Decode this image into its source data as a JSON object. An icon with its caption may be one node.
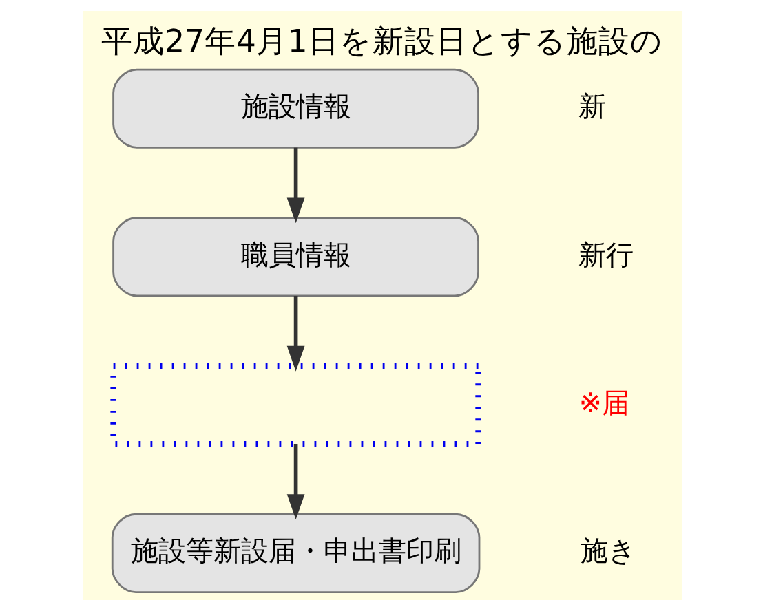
{
  "diagram": {
    "title": "平成27年4月1日を新設日とする施設の",
    "nodes": [
      {
        "text": [
          "施設情報"
        ],
        "beside": [
          "新"
        ]
      },
      {
        "text": [
          "職員情報"
        ],
        "beside": [
          "新行"
        ]
      },
      {
        "text": [],
        "shape": "box",
        "beside": [
          "※届"
        ]
      },
      {
        "text": [
          "施設等新設届・申出書印刷"
        ],
        "beside": [
          "施き"
        ]
      }
    ],
    "edges": [
      {
        "from": 0,
        "to": 1,
        "arrow": "to"
      },
      {
        "from": 1,
        "to": 2,
        "arrow": "to"
      },
      {
        "from": 2,
        "to": 3,
        "arrow": "to"
      }
    ]
  }
}
